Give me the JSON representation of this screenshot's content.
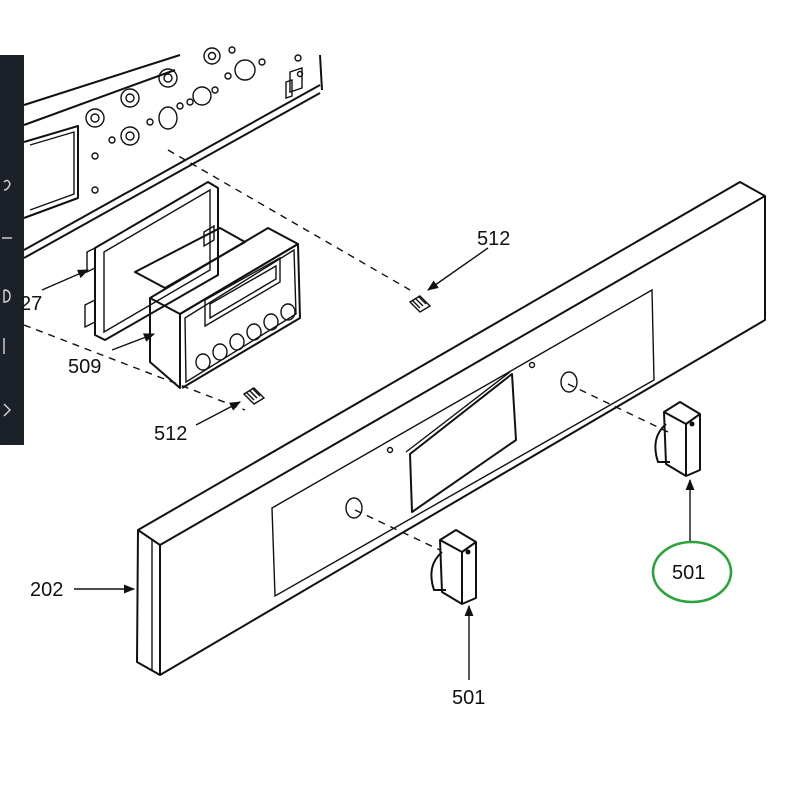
{
  "figure": {
    "labels": {
      "panel": "202",
      "knob_left": "501",
      "knob_right": "501",
      "display_module": "509",
      "screw_top": "512",
      "screw_bottom": "512",
      "bracket_partial": "27"
    },
    "highlight_color": "#2aa33a",
    "edge_strip_color": "#1b2029"
  }
}
